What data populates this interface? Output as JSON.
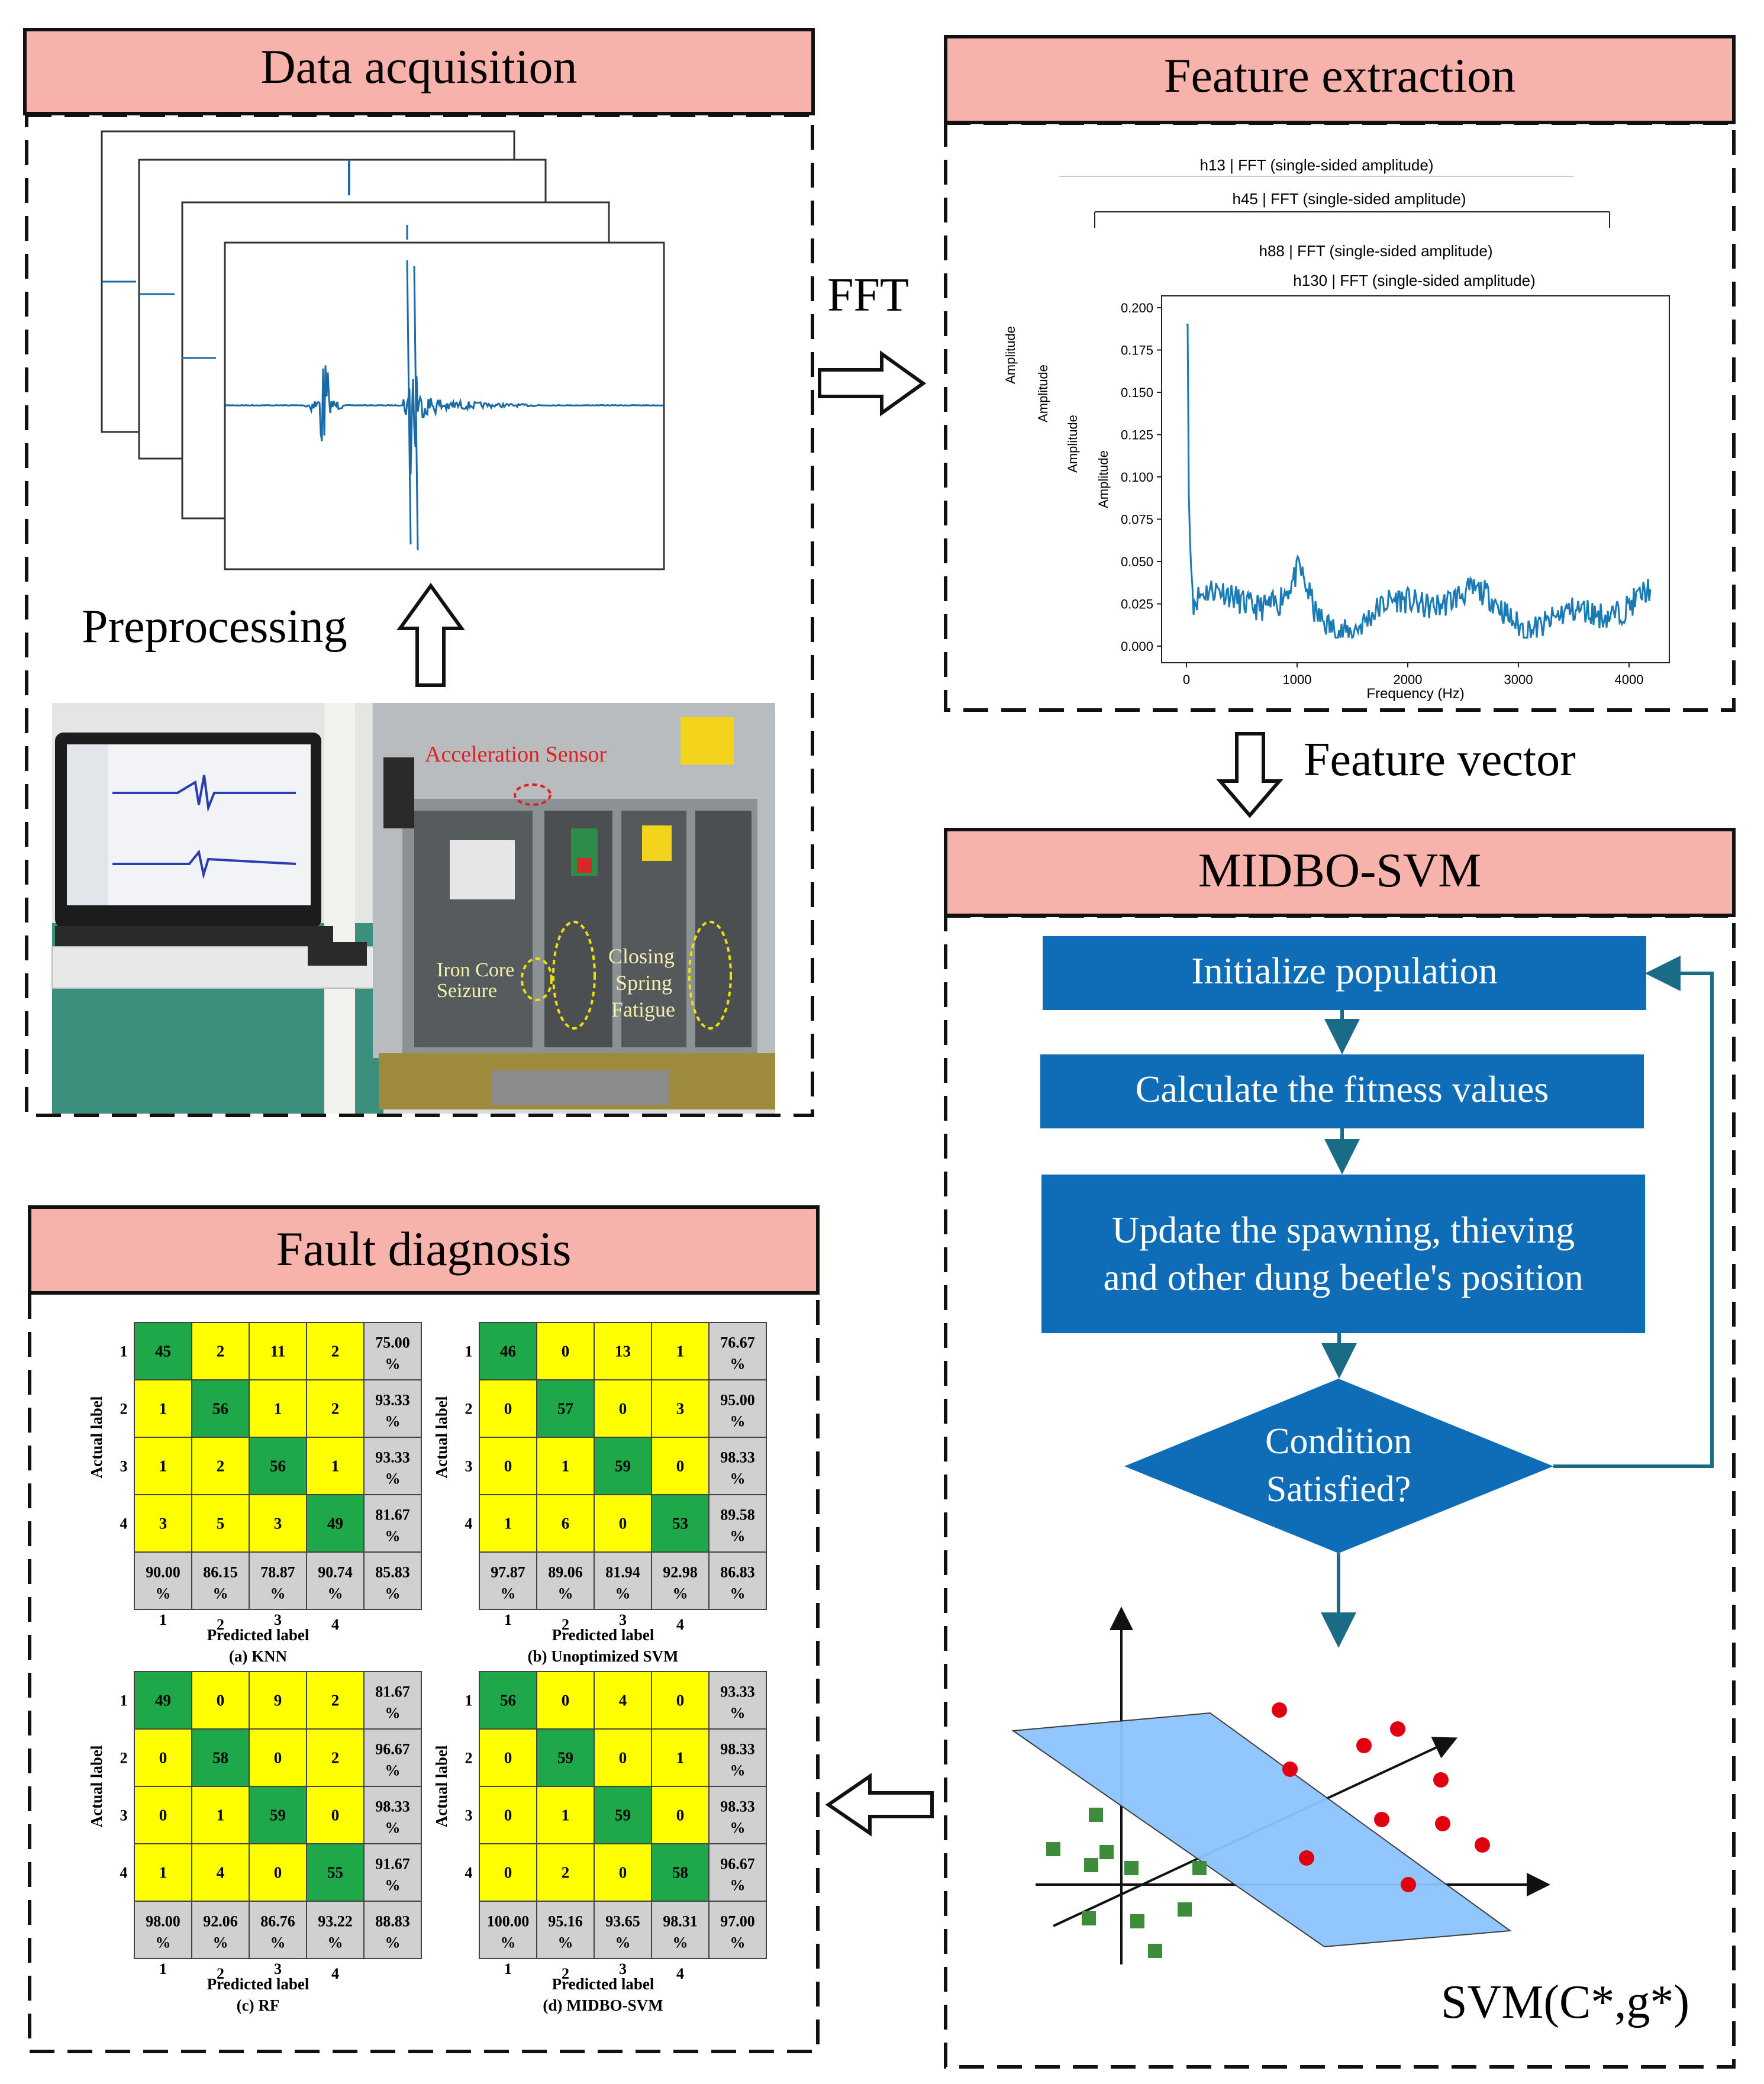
{
  "panels": {
    "acquisition": "Data acquisition",
    "feature": "Feature extraction",
    "midbo": "MIDBO-SVM",
    "fault": "Fault diagnosis"
  },
  "labels": {
    "preprocessing": "Preprocessing",
    "fft": "FFT",
    "feature_vector": "Feature vector",
    "accel_sensor": "Acceleration Sensor",
    "iron_core_1": "Iron Core",
    "iron_core_2": "Seizure",
    "closing_1": "Closing",
    "closing_2": "Spring",
    "closing_3": "Fatigue",
    "svm_formula": "SVM(C*,g*)"
  },
  "flow": {
    "init": "Initialize population",
    "fitness": "Calculate the fitness values",
    "update_1": "Update the spawning, thieving",
    "update_2": "and other dung beetle's position",
    "cond_1": "Condition",
    "cond_2": "Satisfied?"
  },
  "fft_plot": {
    "titles": [
      "h13 | FFT (single-sided amplitude)",
      "h45 | FFT (single-sided amplitude)",
      "h88 | FFT (single-sided amplitude)",
      "h130 | FFT (single-sided amplitude)"
    ],
    "ylabel": "Amplitude",
    "xlabel": "Frequency (Hz)",
    "yticks": [
      "0.000",
      "0.025",
      "0.050",
      "0.075",
      "0.100",
      "0.125",
      "0.150",
      "0.175",
      "0.200"
    ],
    "xticks": [
      "0",
      "1000",
      "2000",
      "3000",
      "4000"
    ]
  },
  "colors": {
    "header": "#f8b2ac",
    "flow_box": "#0f6db8",
    "arrow": "#1a6b86",
    "plane": "#8cc4ff",
    "green_cell": "#1fa84a",
    "yellow_cell": "#ffff00",
    "gray_cell": "#d0d0d0",
    "signal": "#1a6aa8"
  },
  "matrix_labels": {
    "actual": "Actual label",
    "predicted": "Predicted label",
    "classes": [
      "1",
      "2",
      "3",
      "4"
    ]
  },
  "matrices": [
    {
      "caption": "(a) KNN",
      "cells": [
        [
          "45",
          "2",
          "11",
          "2"
        ],
        [
          "1",
          "56",
          "1",
          "2"
        ],
        [
          "1",
          "2",
          "56",
          "1"
        ],
        [
          "3",
          "5",
          "3",
          "49"
        ]
      ],
      "row_pct": [
        [
          "75.00",
          "%"
        ],
        [
          "93.33",
          "%"
        ],
        [
          "93.33",
          "%"
        ],
        [
          "81.67",
          "%"
        ]
      ],
      "col_pct": [
        [
          "90.00",
          "%"
        ],
        [
          "86.15",
          "%"
        ],
        [
          "78.87",
          "%"
        ],
        [
          "90.74",
          "%"
        ]
      ],
      "overall": [
        "85.83",
        "%"
      ]
    },
    {
      "caption": "(b) Unoptimized SVM",
      "cells": [
        [
          "46",
          "0",
          "13",
          "1"
        ],
        [
          "0",
          "57",
          "0",
          "3"
        ],
        [
          "0",
          "1",
          "59",
          "0"
        ],
        [
          "1",
          "6",
          "0",
          "53"
        ]
      ],
      "row_pct": [
        [
          "76.67",
          "%"
        ],
        [
          "95.00",
          "%"
        ],
        [
          "98.33",
          "%"
        ],
        [
          "89.58",
          "%"
        ]
      ],
      "col_pct": [
        [
          "97.87",
          "%"
        ],
        [
          "89.06",
          "%"
        ],
        [
          "81.94",
          "%"
        ],
        [
          "92.98",
          "%"
        ]
      ],
      "overall": [
        "86.83",
        "%"
      ]
    },
    {
      "caption": "(c) RF",
      "cells": [
        [
          "49",
          "0",
          "9",
          "2"
        ],
        [
          "0",
          "58",
          "0",
          "2"
        ],
        [
          "0",
          "1",
          "59",
          "0"
        ],
        [
          "1",
          "4",
          "0",
          "55"
        ]
      ],
      "row_pct": [
        [
          "81.67",
          "%"
        ],
        [
          "96.67",
          "%"
        ],
        [
          "98.33",
          "%"
        ],
        [
          "91.67",
          "%"
        ]
      ],
      "col_pct": [
        [
          "98.00",
          "%"
        ],
        [
          "92.06",
          "%"
        ],
        [
          "86.76",
          "%"
        ],
        [
          "93.22",
          "%"
        ]
      ],
      "overall": [
        "88.83",
        "%"
      ]
    },
    {
      "caption": "(d) MIDBO-SVM",
      "cells": [
        [
          "56",
          "0",
          "4",
          "0"
        ],
        [
          "0",
          "59",
          "0",
          "1"
        ],
        [
          "0",
          "1",
          "59",
          "0"
        ],
        [
          "0",
          "2",
          "0",
          "58"
        ]
      ],
      "row_pct": [
        [
          "93.33",
          "%"
        ],
        [
          "98.33",
          "%"
        ],
        [
          "98.33",
          "%"
        ],
        [
          "96.67",
          "%"
        ]
      ],
      "col_pct": [
        [
          "100.00",
          "%"
        ],
        [
          "95.16",
          "%"
        ],
        [
          "93.65",
          "%"
        ],
        [
          "98.31",
          "%"
        ]
      ],
      "overall": [
        "97.00",
        "%"
      ]
    }
  ]
}
